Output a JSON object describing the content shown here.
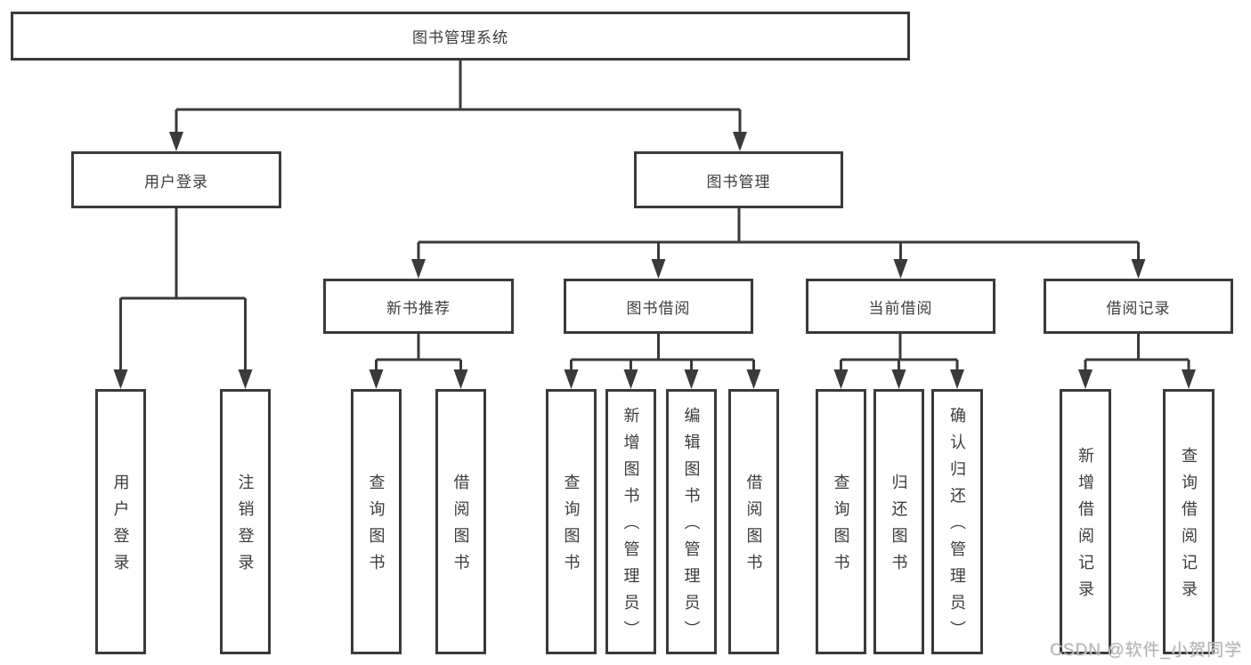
{
  "diagram": {
    "root": "图书管理系统",
    "user_login": {
      "label": "用户登录",
      "children": [
        "用户登录",
        "注销登录"
      ]
    },
    "book_management": {
      "label": "图书管理",
      "children": [
        {
          "label": "新书推荐",
          "children": [
            "查询图书",
            "借阅图书"
          ]
        },
        {
          "label": "图书借阅",
          "children": [
            "查询图书",
            "新增图书（管理员）",
            "编辑图书（管理员）",
            "借阅图书"
          ]
        },
        {
          "label": "当前借阅",
          "children": [
            "查询图书",
            "归还图书",
            "确认归还（管理员）"
          ]
        },
        {
          "label": "借阅记录",
          "children": [
            "新增借阅记录",
            "查询借阅记录"
          ]
        }
      ]
    }
  },
  "watermark": "CSDN @软件_小贺同学",
  "colors": {
    "line": "#3a3a3a",
    "text": "#3c3c3c",
    "watermark": "#a8a8a8",
    "background": "#ffffff"
  }
}
